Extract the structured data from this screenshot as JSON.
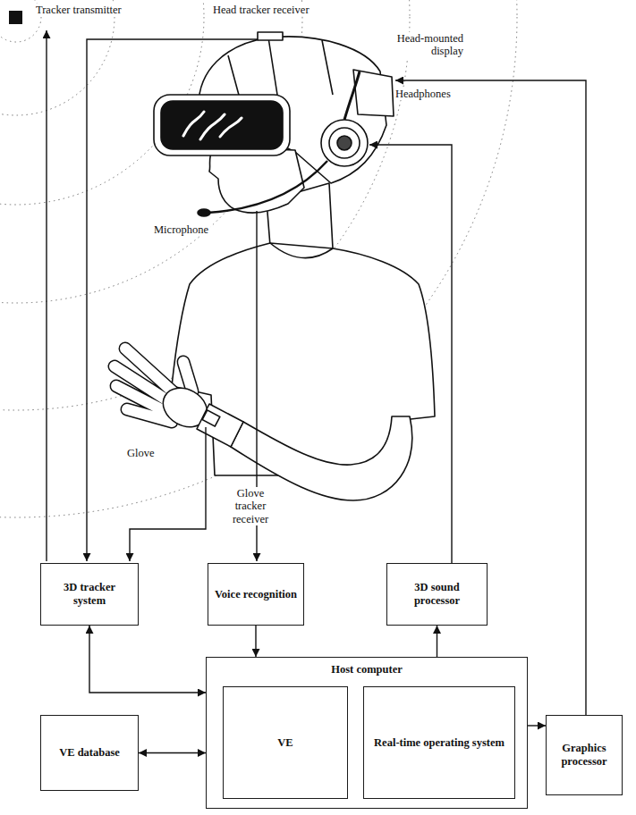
{
  "diagram": {
    "nodes": [
      {
        "text": [
          "3D tracker system"
        ]
      },
      {
        "text": [
          "Voice recognition"
        ]
      },
      {
        "text": [
          "3D sound processor"
        ]
      },
      {
        "text": [
          "Host computer"
        ]
      },
      {
        "text": [
          "VE"
        ],
        "in": 3
      },
      {
        "text": [
          "Real-time operating system"
        ],
        "in": 3
      },
      {
        "text": [
          "VE database"
        ]
      },
      {
        "text": [
          "Graphics processor"
        ]
      }
    ],
    "edges": [
      {
        "from": 0,
        "to": 3,
        "arrow": "both"
      },
      {
        "from": 1,
        "to": 3,
        "arrow": "to"
      },
      {
        "from": 3,
        "to": 2,
        "arrow": "to"
      },
      {
        "from": 6,
        "to": 3,
        "arrow": "both"
      },
      {
        "from": 3,
        "to": 7,
        "arrow": "to"
      }
    ],
    "labels": [
      "Tracker transmitter",
      "Head tracker receiver",
      "Head-mounted display",
      "Headphones",
      "Microphone",
      "Glove",
      "Glove tracker receiver"
    ]
  }
}
